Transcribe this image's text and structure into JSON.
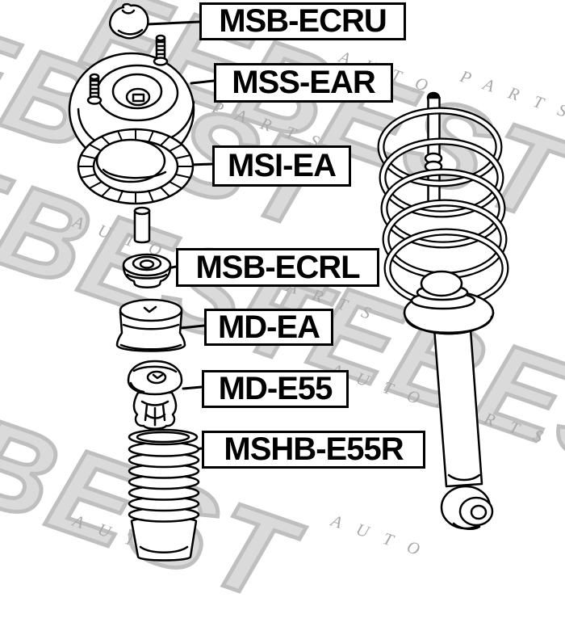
{
  "watermark": {
    "brand": "FEBEST",
    "word_auto": "AUTO",
    "word_parts": "PARTS",
    "brand_color": "#bfbfbf",
    "small_text_color": "#a9a9a9"
  },
  "diagram": {
    "line_color": "#000000",
    "background_color": "#ffffff",
    "labels": [
      {
        "id": "msb-ecru",
        "text": "MSB-ECRU"
      },
      {
        "id": "mss-ear",
        "text": "MSS-EAR"
      },
      {
        "id": "msi-ea",
        "text": "MSI-EA"
      },
      {
        "id": "msb-ecrl",
        "text": "MSB-ECRL"
      },
      {
        "id": "md-ea",
        "text": "MD-EA"
      },
      {
        "id": "md-e55",
        "text": "MD-E55"
      },
      {
        "id": "mshb-e55r",
        "text": "MSHB-E55R"
      }
    ],
    "parts": [
      "upper-shock-bushing",
      "strut-mount",
      "coil-spring-seat-insulator",
      "spacer-tube",
      "lower-shock-bushing",
      "bound-stopper-md-ea",
      "bound-stopper-md-e55",
      "shock-absorber-dust-boot",
      "rear-shock-absorber-with-coil-spring"
    ]
  }
}
